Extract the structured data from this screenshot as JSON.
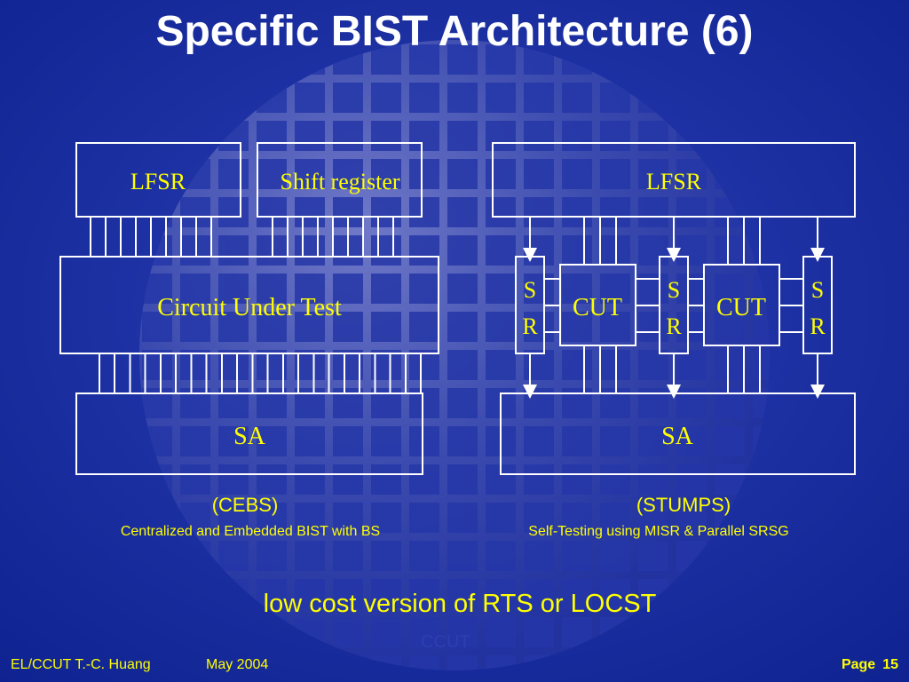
{
  "slide": {
    "title": "Specific BIST Architecture (6)",
    "watermark": "CCUT",
    "note": "low cost version of RTS or LOCST",
    "footer": {
      "author": "EL/CCUT T.-C. Huang",
      "date": "May 2004",
      "page_label": "Page",
      "page_number": "15"
    }
  },
  "cebs": {
    "lfsr": "LFSR",
    "shift_register": "Shift register",
    "cut": "Circuit Under Test",
    "sa": "SA",
    "caption": "(CEBS)",
    "subcaption": "Centralized and Embedded BIST with BS"
  },
  "stumps": {
    "lfsr": "LFSR",
    "sr_top": "S",
    "sr_bottom": "R",
    "cut": "CUT",
    "sa": "SA",
    "caption": "(STUMPS)",
    "subcaption": "Self-Testing using MISR & Parallel SRSG"
  },
  "colors": {
    "background": "#13279a",
    "text": "#ffff00",
    "title": "#ffffff",
    "lines": "#ffffff"
  }
}
